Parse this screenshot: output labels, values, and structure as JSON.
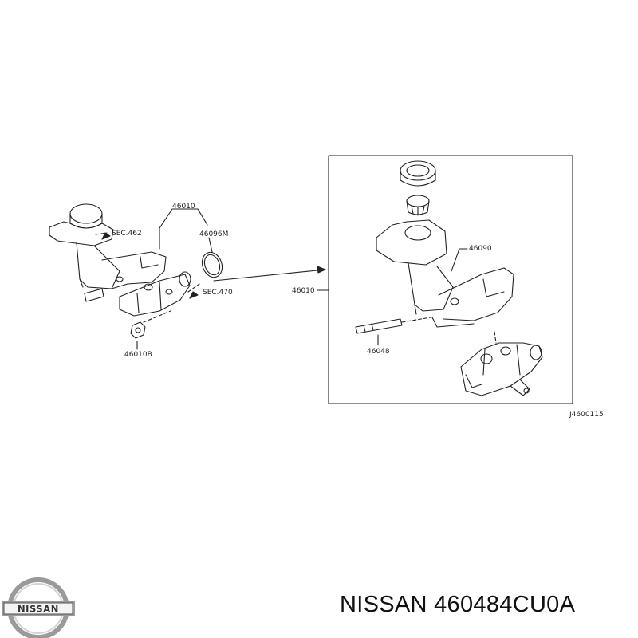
{
  "diagram": {
    "labels": {
      "p46010_left": "46010",
      "sec462": "SEC.462",
      "p46096m": "46096M",
      "sec470": "SEC.470",
      "p46010b": "46010B",
      "p46010_right": "46010",
      "p46090": "46090",
      "p46048": "46048",
      "code": "J4600115"
    }
  },
  "footer": {
    "brand": "NISSAN",
    "part_text": "NISSAN 460484CU0A"
  },
  "colors": {
    "line": "#222222",
    "brand_silver": "#9a9a9a",
    "brand_dark": "#333333"
  },
  "icons": {
    "logo": "nissan-logo-icon"
  }
}
